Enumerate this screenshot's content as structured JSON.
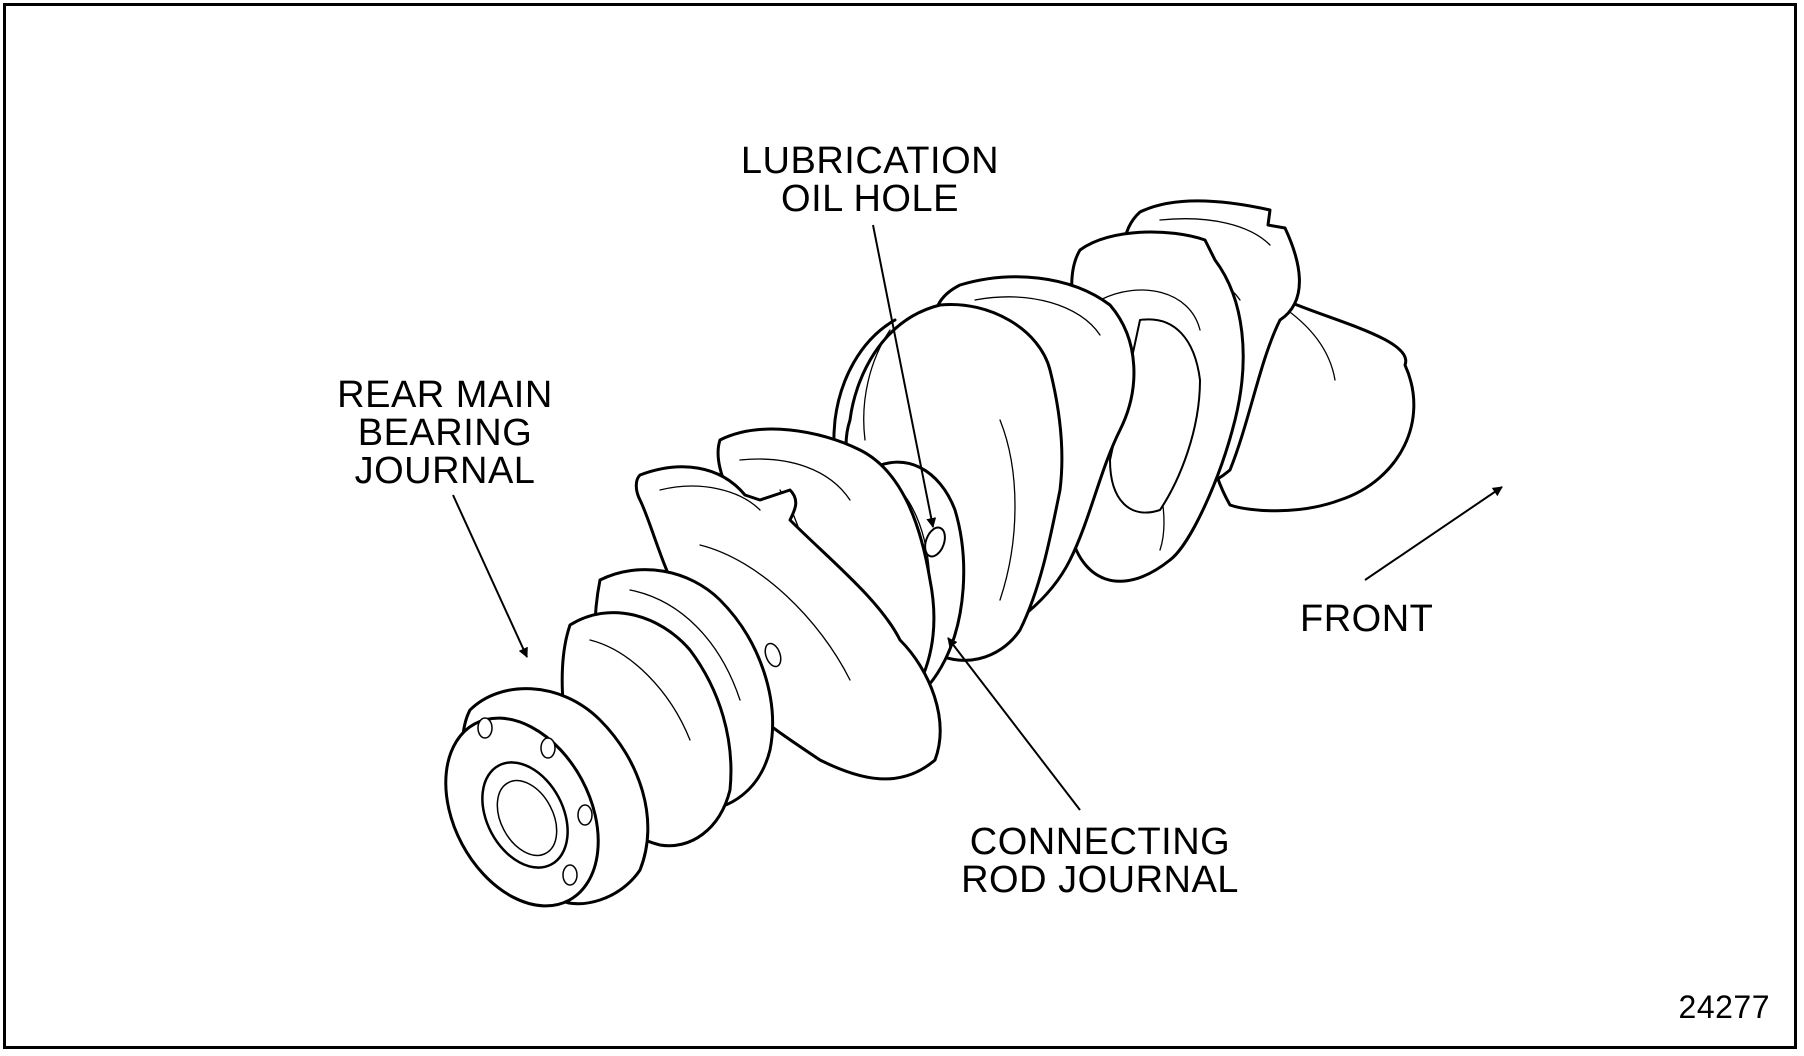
{
  "labels": {
    "lubrication_oil_hole": [
      "LUBRICATION",
      "OIL HOLE"
    ],
    "rear_main_bearing_journal": [
      "REAR MAIN",
      "BEARING",
      "JOURNAL"
    ],
    "connecting_rod_journal": [
      "CONNECTING",
      "ROD JOURNAL"
    ],
    "front": "FRONT"
  },
  "figure_number": "24277"
}
